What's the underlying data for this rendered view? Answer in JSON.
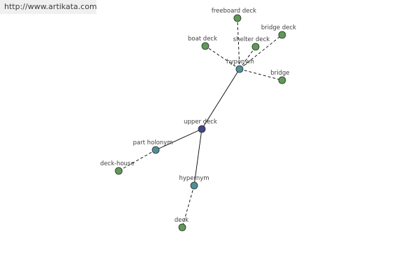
{
  "header": {
    "url": "http://www.artikata.com"
  },
  "colors": {
    "leaf": "#5e9a55",
    "relation": "#4f8f96",
    "center": "#40478a",
    "stroke": "#2c2c2c",
    "edge": "#000000"
  },
  "graph": {
    "nodes": [
      {
        "id": "upper-deck",
        "label": "upper deck",
        "kind": "center"
      },
      {
        "id": "hyponym",
        "label": "hyponym",
        "kind": "relation"
      },
      {
        "id": "part-holonym",
        "label": "part holonym",
        "kind": "relation"
      },
      {
        "id": "hypernym",
        "label": "hypernym",
        "kind": "relation"
      },
      {
        "id": "freeboard-deck",
        "label": "freeboard deck",
        "kind": "leaf"
      },
      {
        "id": "boat-deck",
        "label": "boat deck",
        "kind": "leaf"
      },
      {
        "id": "shelter-deck",
        "label": "shelter deck",
        "kind": "leaf"
      },
      {
        "id": "bridge-deck",
        "label": "bridge deck",
        "kind": "leaf"
      },
      {
        "id": "bridge",
        "label": "bridge",
        "kind": "leaf"
      },
      {
        "id": "deck-house",
        "label": "deck-house",
        "kind": "leaf"
      },
      {
        "id": "deck",
        "label": "deck",
        "kind": "leaf"
      }
    ],
    "edges": [
      {
        "from": "upper-deck",
        "to": "hyponym",
        "style": "solid"
      },
      {
        "from": "upper-deck",
        "to": "part-holonym",
        "style": "solid"
      },
      {
        "from": "upper-deck",
        "to": "hypernym",
        "style": "solid"
      },
      {
        "from": "hyponym",
        "to": "freeboard-deck",
        "style": "dashed"
      },
      {
        "from": "hyponym",
        "to": "boat-deck",
        "style": "dashed"
      },
      {
        "from": "hyponym",
        "to": "shelter-deck",
        "style": "dashed"
      },
      {
        "from": "hyponym",
        "to": "bridge-deck",
        "style": "dashed"
      },
      {
        "from": "hyponym",
        "to": "bridge",
        "style": "dashed"
      },
      {
        "from": "part-holonym",
        "to": "deck-house",
        "style": "dashed"
      },
      {
        "from": "hypernym",
        "to": "deck",
        "style": "dashed"
      }
    ]
  }
}
